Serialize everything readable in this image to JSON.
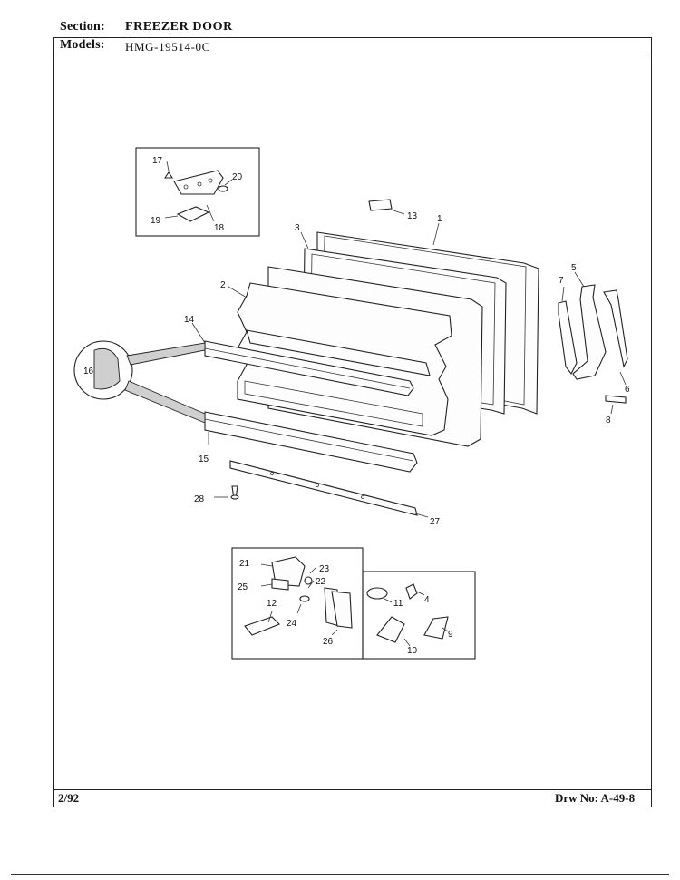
{
  "header": {
    "section_label": "Section:",
    "section_value": "FREEZER DOOR",
    "models_label": "Models:",
    "models_value": "HMG-19514-0C"
  },
  "footer": {
    "date": "2/92",
    "drawing_number": "Drw No: A-49-8"
  },
  "callouts": {
    "c1": "1",
    "c2": "2",
    "c3": "3",
    "c4": "4",
    "c5": "5",
    "c6": "6",
    "c7": "7",
    "c8": "8",
    "c9": "9",
    "c10": "10",
    "c11": "11",
    "c12": "12",
    "c13": "13",
    "c14": "14",
    "c15": "15",
    "c16": "16",
    "c17": "17",
    "c18": "18",
    "c19": "19",
    "c20": "20",
    "c21": "21",
    "c22": "22",
    "c23": "23",
    "c24": "24",
    "c25": "25",
    "c26": "26",
    "c27": "27",
    "c28": "28"
  }
}
